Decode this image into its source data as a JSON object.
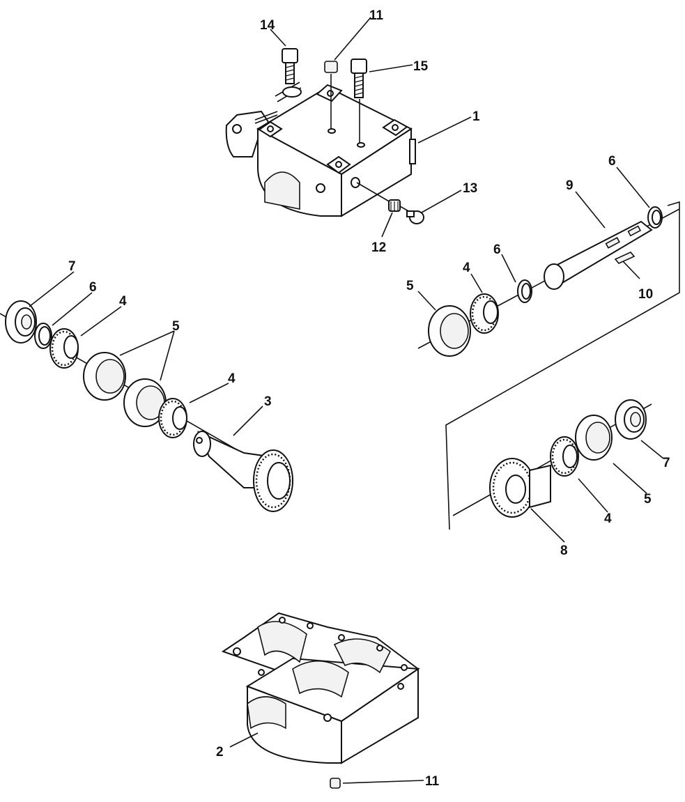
{
  "diagram": {
    "callouts": {
      "c1": "1",
      "c2": "2",
      "c3": "3",
      "c4a": "4",
      "c4b": "4",
      "c4c": "4",
      "c4d": "4",
      "c5a": "5",
      "c5b": "5",
      "c5c": "5",
      "c6a": "6",
      "c6b": "6",
      "c6c": "6",
      "c7a": "7",
      "c7b": "7",
      "c8": "8",
      "c9": "9",
      "c10": "10",
      "c11a": "11",
      "c11b": "11",
      "c12": "12",
      "c13": "13",
      "c14": "14",
      "c15": "15"
    },
    "colors": {
      "ink": "#111111",
      "paper": "#ffffff"
    }
  }
}
